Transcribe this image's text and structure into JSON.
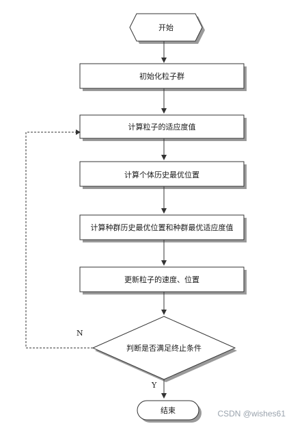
{
  "flowchart": {
    "start": "开始",
    "init": "初始化粒子群",
    "compute_fitness": "计算粒子的适应度值",
    "individual_best": "计算个体历史最优位置",
    "global_best": "计算种群历史最优位置和种群最优适应度值",
    "update": "更新粒子的速度、位置",
    "decision": "判断是否满足终止条件",
    "no_label": "N",
    "yes_label": "Y",
    "end": "结束"
  },
  "watermark": {
    "text": "CSDN @wishes61"
  }
}
